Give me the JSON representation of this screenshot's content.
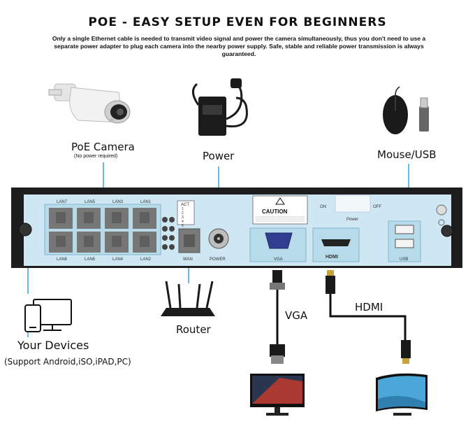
{
  "header": {
    "title": "POE - EASY SETUP EVEN FOR BEGINNERS",
    "description": "Only a single Ethernet cable is needed to transmit video signal and power the camera simultaneously, thus you don't need to use a separate power adapter to plug each camera into the nearby power supply. Safe, stable and reliable power transmission is always guaranteed."
  },
  "devices": {
    "camera_label": "PoE Camera",
    "camera_note": "(No power required)",
    "power_label": "Power",
    "mouse_label": "Mouse/USB",
    "router_label": "Router",
    "your_devices_label": "Your Devices",
    "your_devices_note": "(Support Android,iSO,iPAD,PC)",
    "vga_label": "VGA",
    "hdmi_label": "HDMI"
  },
  "panel": {
    "lan_top": [
      "LAN7",
      "LAN5",
      "LAN3",
      "LAN1"
    ],
    "lan_bottom": [
      "LAN8",
      "LAN6",
      "LAN4",
      "LAN2"
    ],
    "act_label": "ACT",
    "act_numbers": [
      "1",
      "2",
      "3",
      "4",
      "5"
    ],
    "wan_label": "WAN",
    "power_port_label": "POWER",
    "caution_title": "CAUTION",
    "vga_port_label": "VGA",
    "hdmi_port_label": "HDMI",
    "on_label": "ON",
    "off_label": "OFF",
    "switch_label": "Power",
    "usb_port_label": "USB"
  },
  "colors": {
    "panel_face": "#cfe7f3",
    "chassis": "#1d1d1d",
    "line": "#3aa3d8",
    "cable": "#111111"
  }
}
